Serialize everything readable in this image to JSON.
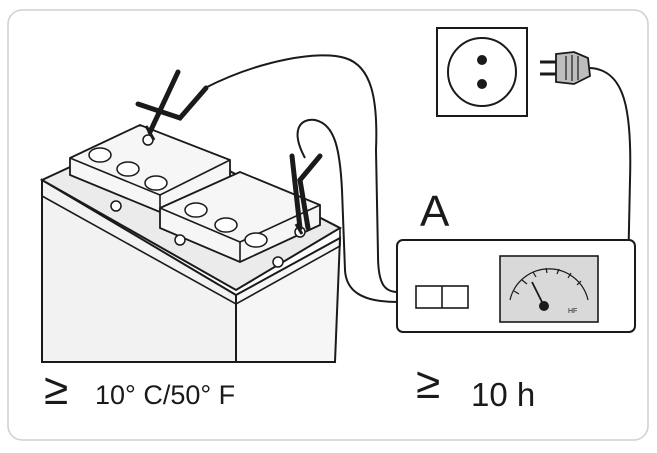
{
  "charger_label": "A",
  "temperature": {
    "symbol": "≥",
    "value": "10° C/50° F"
  },
  "duration": {
    "symbol": "≥",
    "value": "10 h"
  },
  "meter_unit": "HF",
  "icons": [
    "battery-icon",
    "charger-icon",
    "wall-socket-icon",
    "plug-icon",
    "clamp-icon",
    "ammeter-icon"
  ],
  "colors": {
    "line": "#1a1a1a",
    "battery_fill": "#f2f2f2",
    "battery_shade": "#dcdcdc",
    "meter_face": "#d9d9d9",
    "border": "#cfcfcf"
  }
}
